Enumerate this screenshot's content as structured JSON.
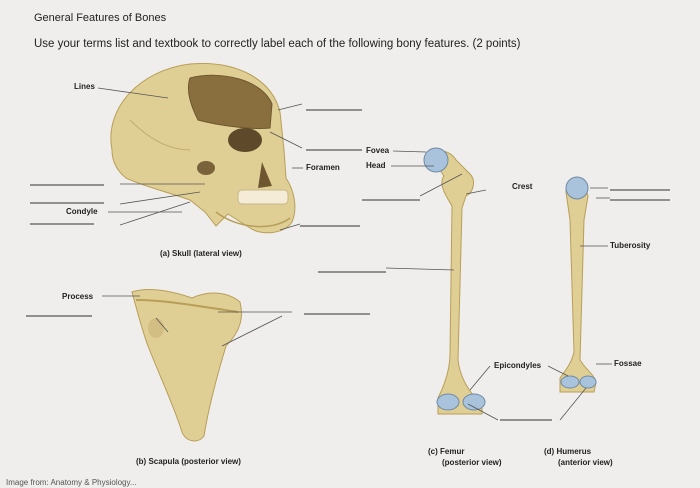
{
  "header": {
    "title": "General Features of Bones",
    "instructions": "Use your terms list and textbook to correctly label each of the following bony features. (2 points)"
  },
  "labels": {
    "lines": "Lines",
    "condyle": "Condyle",
    "foramen": "Foramen",
    "fovea": "Fovea",
    "head": "Head",
    "crest": "Crest",
    "tuberosity": "Tuberosity",
    "process": "Process",
    "epicondyles": "Epicondyles",
    "fossae": "Fossae"
  },
  "captions": {
    "skull": "(a) Skull (lateral view)",
    "scapula": "(b) Scapula (posterior view)",
    "femur_line1": "(c) Femur",
    "femur_line2": "(posterior view)",
    "humerus_line1": "(d) Humerus",
    "humerus_line2": "(anterior view)"
  },
  "footer": {
    "text": "Image from: Anatomy & Physiology..."
  },
  "colors": {
    "background": "#efeeec",
    "bone": "#e0cf94",
    "bone_dark": "#b89e58",
    "cartilage": "#a9c3dc",
    "line": "#555555"
  }
}
